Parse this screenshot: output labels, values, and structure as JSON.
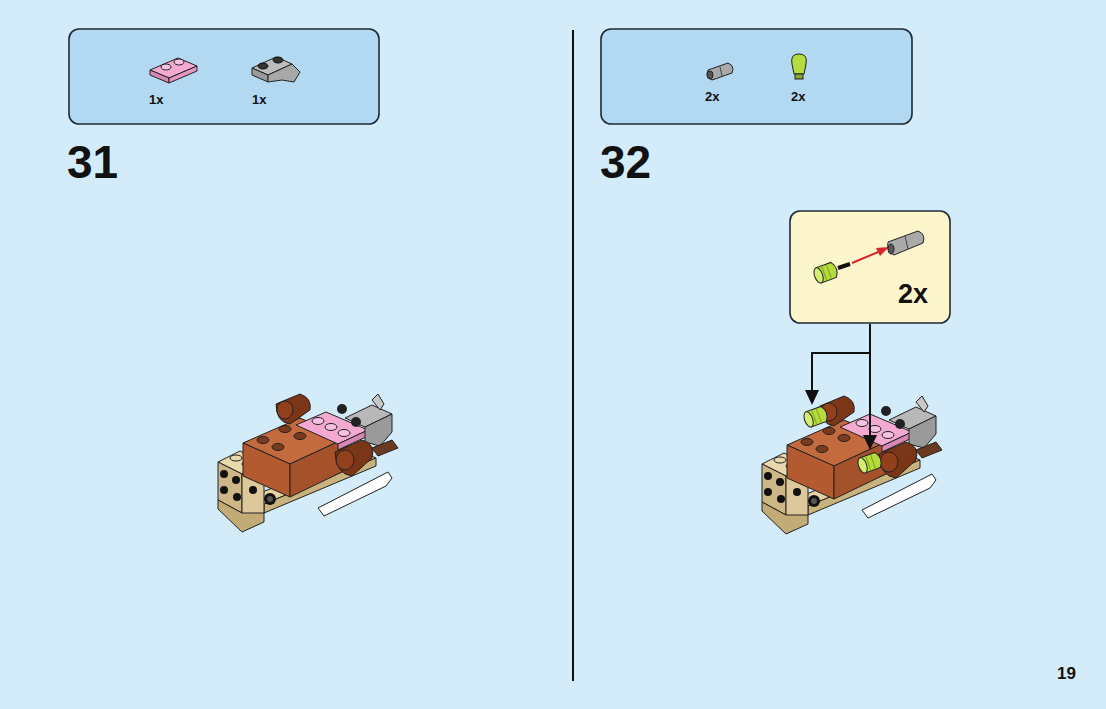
{
  "diagram": {
    "nodes": [
      {
        "text": [
          "1x",
          "1x"
        ]
      },
      {
        "text": [
          "2x",
          "2x"
        ]
      },
      {
        "text": [
          "2x"
        ]
      }
    ],
    "edges": [],
    "labels": [
      "31",
      "32",
      "19"
    ]
  }
}
